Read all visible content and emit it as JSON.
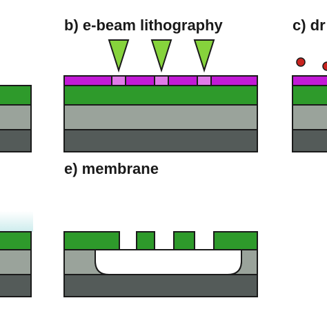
{
  "panels": {
    "b": {
      "label": "b) e-beam lithography"
    },
    "c": {
      "label": "c) dr"
    },
    "e": {
      "label": "e) membrane"
    }
  },
  "colors": {
    "background": "#ffffff",
    "top_layer_green": "#2e9a2b",
    "middle_layer_gray": "#9aa39b",
    "substrate_dark": "#545b59",
    "resist_magenta": "#c21ad6",
    "exposed_resist": "#e07ae8",
    "beam_cone": "#86d33c",
    "droplet_red": "#c8241f",
    "edge_highlight": "#cdeced",
    "outline": "#1a1a1a"
  },
  "icons": {
    "beam": "electron-beam-cone-icon",
    "droplet": "etchant-particle-icon"
  }
}
